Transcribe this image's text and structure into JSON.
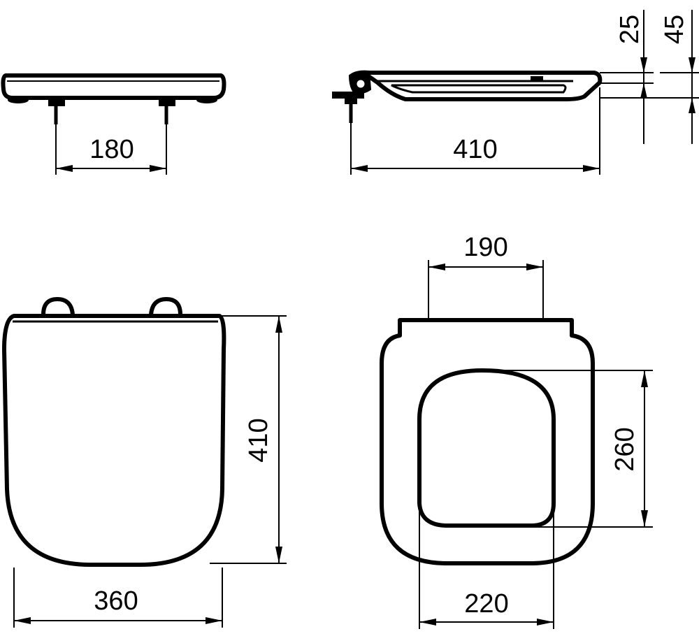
{
  "dimensions": {
    "hinge_spacing_side": "180",
    "depth_side": "410",
    "lid_thickness": "25",
    "total_height": "45",
    "hinge_spacing_top": "190",
    "length_top": "410",
    "width_outer": "360",
    "opening_height": "260",
    "opening_width": "220"
  }
}
